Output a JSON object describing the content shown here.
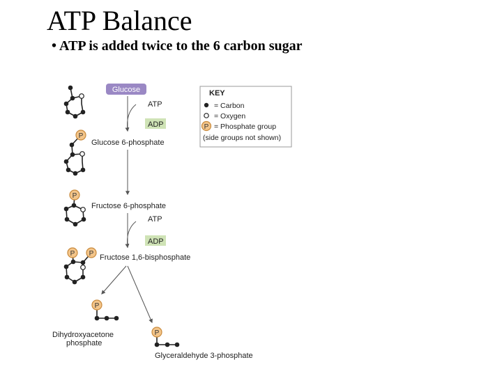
{
  "slide": {
    "title": "ATP Balance",
    "bullet_marker": "•",
    "bullet": "ATP is added twice to the 6 carbon sugar"
  },
  "diagram": {
    "glucose": "Glucose",
    "atp1": "ATP",
    "adp1": "ADP",
    "glucose6p": "Glucose 6-phosphate",
    "fructose6p": "Fructose 6-phosphate",
    "atp2": "ATP",
    "adp2": "ADP",
    "fructose16bp": "Fructose 1,6-bisphosphate",
    "dhap_line1": "Dihydroxyacetone",
    "dhap_line2": "phosphate",
    "g3p": "Glyceraldehyde 3-phosphate",
    "phosphate_symbol": "P"
  },
  "key": {
    "title": "KEY",
    "carbon": "= Carbon",
    "oxygen": "= Oxygen",
    "phosphate": "= Phosphate group",
    "note": "(side groups not shown)"
  },
  "colors": {
    "glucose_box": "#9a88c4",
    "adp_box": "#cfe3b6",
    "phosphate": "#f3c58a",
    "key_border": "#9a9a9a"
  }
}
